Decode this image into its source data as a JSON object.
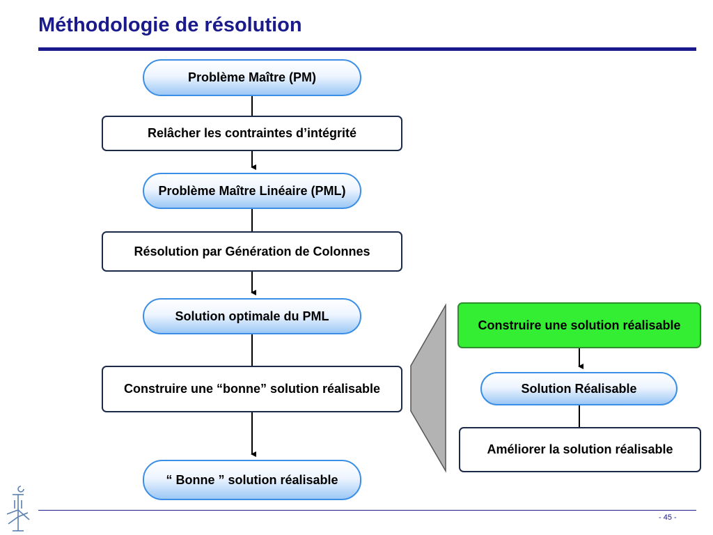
{
  "title": "Méthodologie de résolution",
  "nodes": {
    "pm": "Problème Maître (PM)",
    "relax": "Relâcher les contraintes d’intégrité",
    "pml": "Problème Maître Linéaire (PML)",
    "colgen": "Résolution par Génération de Colonnes",
    "optimal": "Solution optimale du PML",
    "build_good": "Construire une “bonne” solution réalisable",
    "good_solution": "“ Bonne ” solution réalisable",
    "build_feasible": "Construire une solution réalisable",
    "feasible": "Solution Réalisable",
    "improve": "Améliorer la solution réalisable"
  },
  "footer": {
    "page": "- 45 -"
  },
  "colors": {
    "title": "#1a1a8c",
    "pill_border": "#3a8ee6",
    "green": "#33ee33",
    "zoom_panel": "#b3b3b3"
  }
}
